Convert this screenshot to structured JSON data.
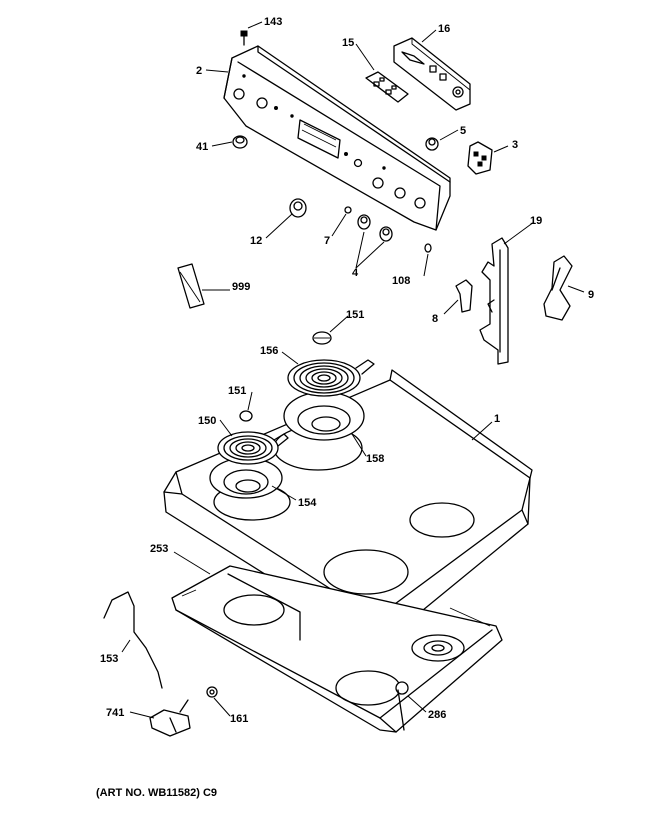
{
  "callouts": {
    "c143": "143",
    "c16": "16",
    "c15": "15",
    "c2": "2",
    "c41": "41",
    "c5": "5",
    "c3": "3",
    "c19": "19",
    "c12": "12",
    "c7": "7",
    "c4": "4",
    "c108": "108",
    "c999": "999",
    "c8": "8",
    "c9": "9",
    "c151a": "151",
    "c156": "156",
    "c1": "1",
    "c151b": "151",
    "c150": "150",
    "c158": "158",
    "c154": "154",
    "c253": "253",
    "c153": "153",
    "c286": "286",
    "c741": "741",
    "c161": "161"
  },
  "footer": {
    "art_number": "(ART NO. WB11582) C9"
  }
}
